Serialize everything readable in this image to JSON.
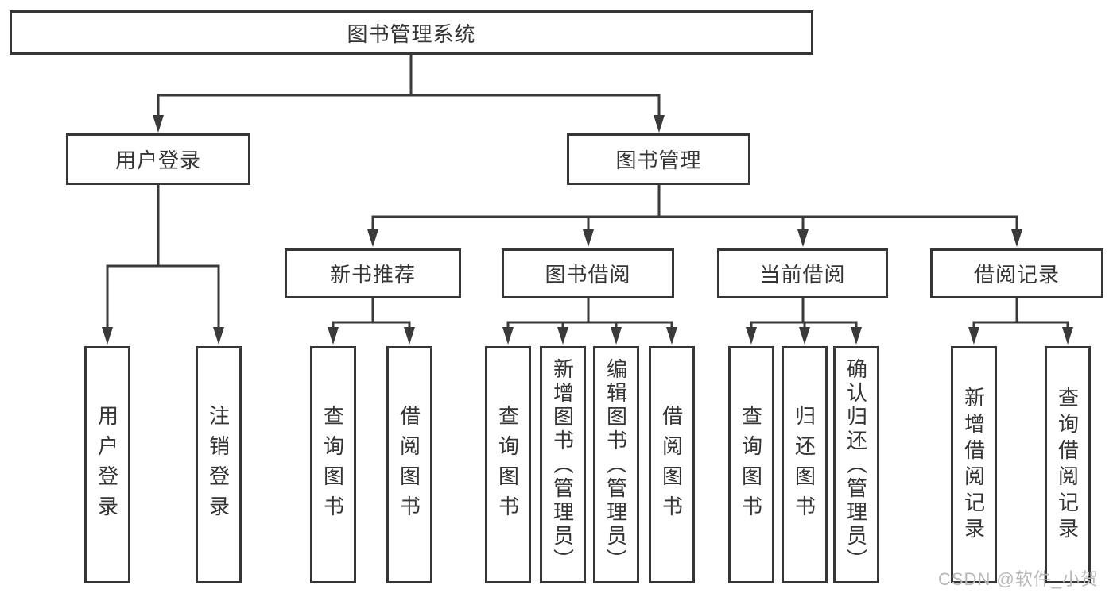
{
  "diagram": {
    "tree": {
      "label": "图书管理系统",
      "children": [
        {
          "label": "用户登录",
          "children": [
            {
              "label": "用户登录"
            },
            {
              "label": "注销登录"
            }
          ]
        },
        {
          "label": "图书管理",
          "children": [
            {
              "label": "新书推荐",
              "children": [
                {
                  "label": "查询图书"
                },
                {
                  "label": "借阅图书"
                }
              ]
            },
            {
              "label": "图书借阅",
              "children": [
                {
                  "label": "查询图书"
                },
                {
                  "label": "新增图书（管理员）"
                },
                {
                  "label": "编辑图书（管理员）"
                },
                {
                  "label": "借阅图书"
                }
              ]
            },
            {
              "label": "当前借阅",
              "children": [
                {
                  "label": "查询图书"
                },
                {
                  "label": "归还图书"
                },
                {
                  "label": "确认归还（管理员）"
                }
              ]
            },
            {
              "label": "借阅记录",
              "children": [
                {
                  "label": "新增借阅记录"
                },
                {
                  "label": "查询借阅记录"
                }
              ]
            }
          ]
        }
      ]
    },
    "colors": {
      "line": "#3a3a3a",
      "border": "#363636",
      "text": "#353535",
      "background": "#ffffff",
      "watermark": "#b8b8b8"
    }
  },
  "watermark": {
    "text": "CSDN @软件_小贺同学"
  }
}
